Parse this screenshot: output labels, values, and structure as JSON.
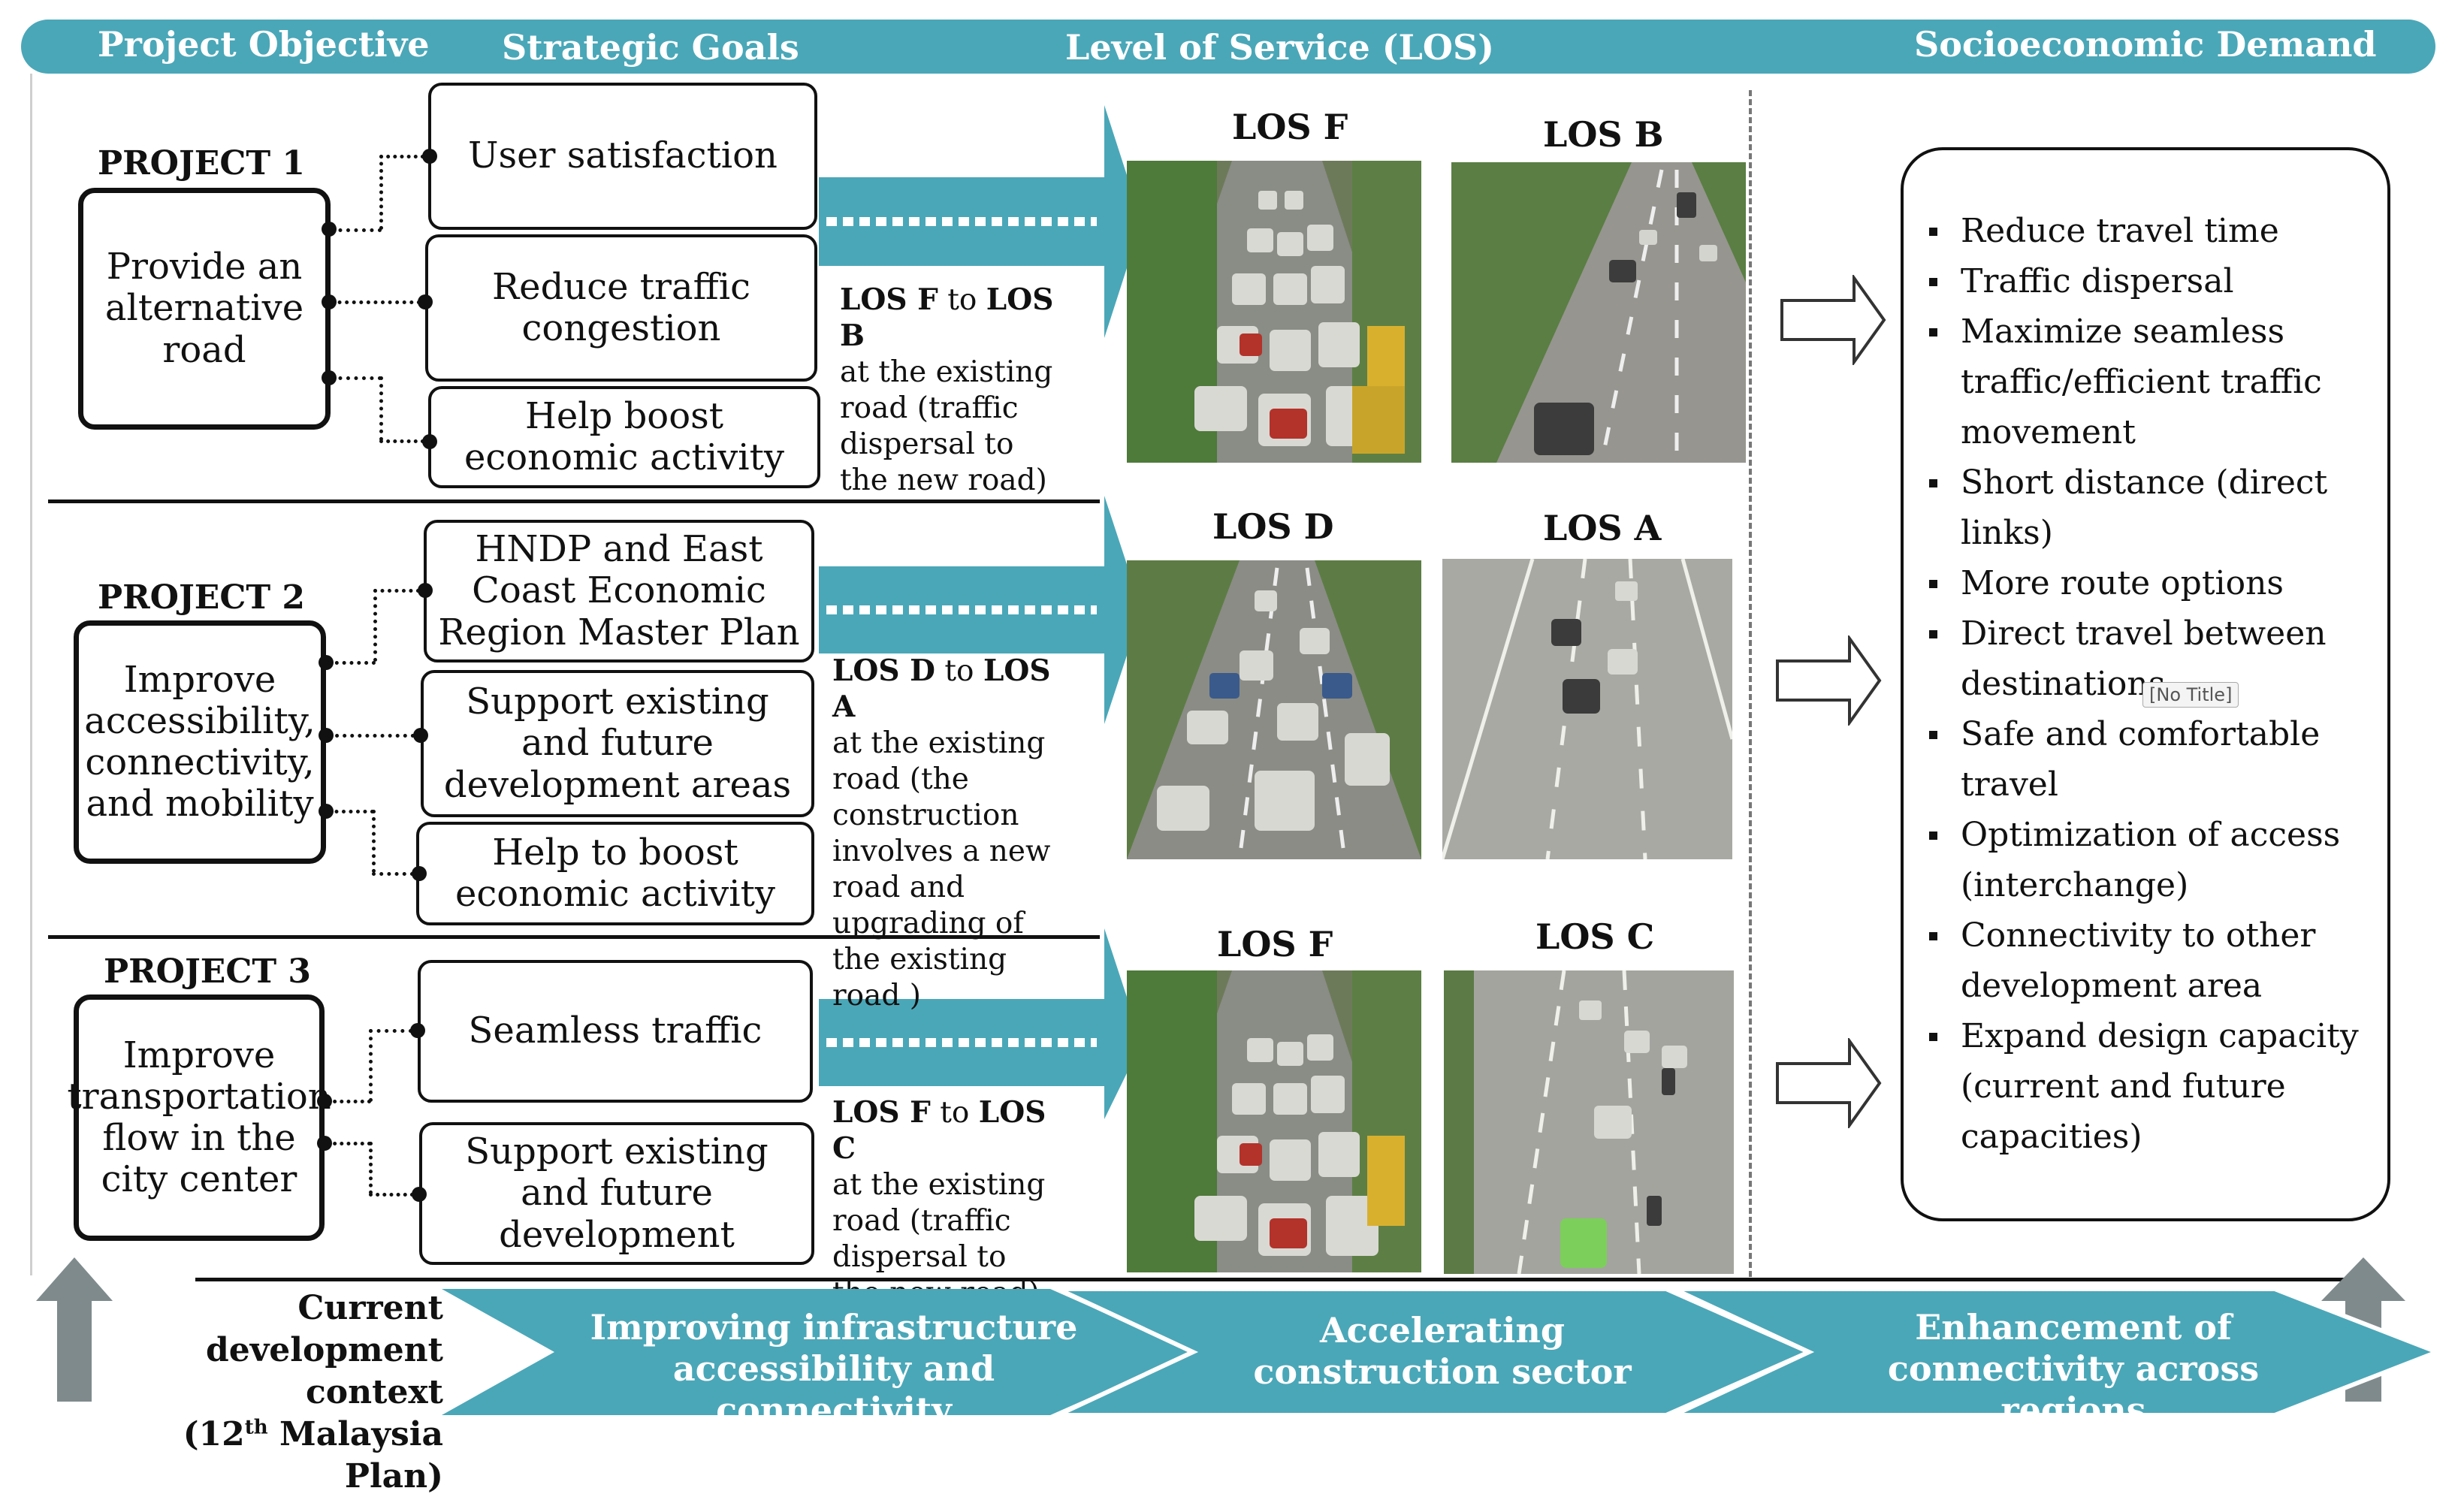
{
  "header": {
    "col1": "Project Objective",
    "col2": "Strategic Goals",
    "col3": "Level of Service (LOS)",
    "col4": "Socioeconomic Demand"
  },
  "projects": [
    {
      "label": "PROJECT 1",
      "objective": "Provide an alternative road",
      "goals": [
        "User satisfaction",
        "Reduce traffic congestion",
        "Help boost economic activity"
      ],
      "los_from": "LOS F",
      "los_to": "LOS B",
      "los_connector": "to",
      "los_desc": "at the existing road (traffic dispersal to the new road)",
      "img_left_title": "LOS F",
      "img_right_title": "LOS B"
    },
    {
      "label": "PROJECT 2",
      "objective": "Improve accessibility, connectivity, and mobility",
      "goals": [
        "HNDP and East Coast Economic Region Master Plan",
        "Support existing and future development areas",
        "Help to boost economic activity"
      ],
      "los_from": "LOS D",
      "los_to": "LOS A",
      "los_connector": "to",
      "los_desc": "at the existing road (the construction involves a new road and upgrading of the existing road )",
      "img_left_title": "LOS D",
      "img_right_title": "LOS A"
    },
    {
      "label": "PROJECT 3",
      "objective": "Improve transportation flow in the city center",
      "goals": [
        "Seamless traffic",
        "Support existing and future development"
      ],
      "los_from": "LOS F",
      "los_to": "LOS C",
      "los_connector": "to",
      "los_desc": "at the existing road (traffic dispersal to the new road)",
      "img_left_title": "LOS F",
      "img_right_title": "LOS C"
    }
  ],
  "demand": [
    "Reduce travel time",
    "Traffic dispersal",
    "Maximize seamless traffic/efficient traffic movement",
    "Short distance (direct links)",
    "More route options",
    "Direct travel between destinations",
    "Safe and comfortable travel",
    "Optimization of access (interchange)",
    "Connectivity to other development area",
    "Expand design capacity (current and future capacities)"
  ],
  "tooltip": "[No Title]",
  "context": {
    "line1": "Current",
    "line2": "development context",
    "line3_pre": "(12",
    "line3_sup": "th",
    "line3_post": " Malaysia Plan)"
  },
  "chevrons": [
    "Improving infrastructure accessibility and connectivity",
    "Accelerating construction sector",
    "Enhancement of connectivity across regions"
  ],
  "colors": {
    "teal": "#4aa7b8",
    "teal_dark": "#3b95a8",
    "arrow_gray": "#7f8a8c"
  },
  "icons": {
    "photo": "traffic-photo",
    "arrow": "hollow-right-arrow",
    "up_arrow": "up-arrow-icon"
  }
}
